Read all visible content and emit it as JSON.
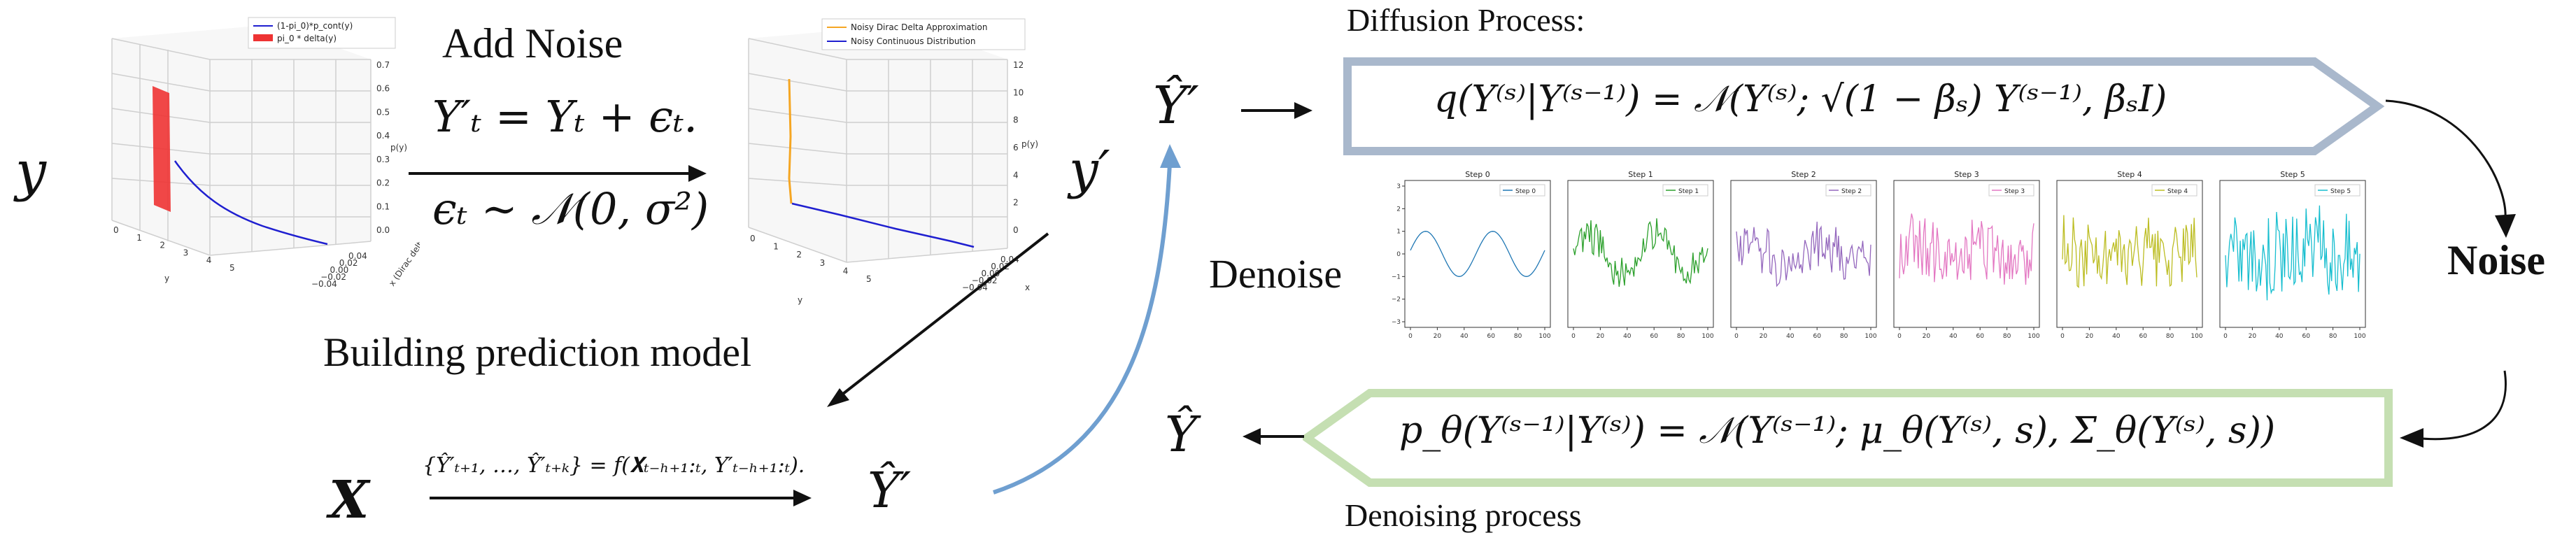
{
  "left": {
    "y_symbol": "y",
    "add_noise_label": "Add Noise",
    "noise_eq_top": "Y′ₜ = Yₜ + ϵₜ.",
    "noise_eq_bottom": "ϵₜ ∼ 𝒩(0, σ²)",
    "y_prime_symbol": "y′",
    "building_label": "Building prediction model",
    "x_symbol": "X",
    "prediction_eq": "{Ŷ′ₜ₊₁, …, Ŷ′ₜ₊ₖ} = f(𝐗ₜ₋ₕ₊₁:ₜ, Y′ₜ₋ₕ₊₁:ₜ).",
    "y_hat_prime_bottom": "Ŷ′",
    "plot1": {
      "legend": [
        "(1-pi_0)*p_cont(y)",
        "pi_0 * delta(y)"
      ],
      "z_ticks": [
        "0.0",
        "0.1",
        "0.2",
        "0.3",
        "0.4",
        "0.5",
        "0.6",
        "0.7"
      ],
      "z_label": "p(y)",
      "y_ticks": [
        "0",
        "1",
        "2",
        "3",
        "4",
        "5"
      ],
      "y_label": "y",
      "x_ticks": [
        "0.04",
        "0.02",
        "0.00",
        "−0.02",
        "−0.04"
      ],
      "x_label": "x (Dirac delta)"
    },
    "plot2": {
      "legend": [
        "Noisy Dirac Delta Approximation",
        "Noisy Continuous Distribution"
      ],
      "z_ticks": [
        "0",
        "2",
        "4",
        "6",
        "8",
        "10",
        "12"
      ],
      "z_label": "p(y)",
      "y_ticks": [
        "0",
        "1",
        "2",
        "3",
        "4",
        "5"
      ],
      "y_label": "y",
      "x_ticks": [
        "0.04",
        "0.02",
        "0.00",
        "−0.02",
        "−0.04"
      ],
      "x_label": "x"
    }
  },
  "right": {
    "y_hat_prime_top": "Ŷ′",
    "y_hat_bottom": "Ŷ",
    "diffusion_title": "Diffusion Process:",
    "diffusion_eq": "q(Y⁽ˢ⁾|Y⁽ˢ⁻¹⁾) = 𝒩(Y⁽ˢ⁾; √(1 − βₛ) Y⁽ˢ⁻¹⁾, βₛI)",
    "denoise_label": "Denoise",
    "noise_label": "Noise",
    "denoising_eq": "p_θ(Y⁽ˢ⁻¹⁾|Y⁽ˢ⁾) = 𝒩(Y⁽ˢ⁻¹⁾; μ_θ(Y⁽ˢ⁾, s), Σ_θ(Y⁽ˢ⁾, s))",
    "denoising_title": "Denoising process"
  },
  "colors": {
    "diffusion_box": "#a9b8cc",
    "denoising_box": "#c5dfb2",
    "blue_arrow": "#6f9fd0"
  },
  "chart_data": [
    {
      "type": "line",
      "title": "Step 0",
      "series": [
        {
          "name": "Step 0",
          "color": "#1f77b4",
          "amplitude": 1.0,
          "noise": 0.0
        }
      ],
      "x_ticks": [
        "0",
        "20",
        "40",
        "60",
        "80",
        "100"
      ],
      "y_ticks": [
        "3",
        "2",
        "1",
        "0",
        "−1",
        "−2",
        "−3"
      ],
      "xlim": [
        0,
        100
      ],
      "ylim": [
        -3,
        3
      ]
    },
    {
      "type": "line",
      "title": "Step 1",
      "series": [
        {
          "name": "Step 1",
          "color": "#2ca02c",
          "amplitude": 0.8,
          "noise": 0.7
        }
      ],
      "x_ticks": [
        "0",
        "20",
        "40",
        "60",
        "80",
        "100"
      ],
      "xlim": [
        0,
        100
      ],
      "ylim": [
        -3,
        3
      ]
    },
    {
      "type": "line",
      "title": "Step 2",
      "series": [
        {
          "name": "Step 2",
          "color": "#9467bd",
          "amplitude": 0.5,
          "noise": 1.0
        }
      ],
      "x_ticks": [
        "0",
        "20",
        "40",
        "60",
        "80",
        "100"
      ],
      "xlim": [
        0,
        100
      ],
      "ylim": [
        -3,
        3
      ]
    },
    {
      "type": "line",
      "title": "Step 3",
      "series": [
        {
          "name": "Step 3",
          "color": "#e377c2",
          "amplitude": 0.3,
          "noise": 1.2
        }
      ],
      "x_ticks": [
        "0",
        "20",
        "40",
        "60",
        "80",
        "100"
      ],
      "xlim": [
        0,
        100
      ],
      "ylim": [
        -3,
        3
      ]
    },
    {
      "type": "line",
      "title": "Step 4",
      "series": [
        {
          "name": "Step 4",
          "color": "#bcbd22",
          "amplitude": 0.15,
          "noise": 1.4
        }
      ],
      "x_ticks": [
        "0",
        "20",
        "40",
        "60",
        "80",
        "100"
      ],
      "xlim": [
        0,
        100
      ],
      "ylim": [
        -3,
        3
      ]
    },
    {
      "type": "line",
      "title": "Step 5",
      "series": [
        {
          "name": "Step 5",
          "color": "#17becf",
          "amplitude": 0.05,
          "noise": 1.7
        }
      ],
      "x_ticks": [
        "0",
        "20",
        "40",
        "60",
        "80",
        "100"
      ],
      "xlim": [
        0,
        100
      ],
      "ylim": [
        -3,
        3
      ]
    }
  ]
}
